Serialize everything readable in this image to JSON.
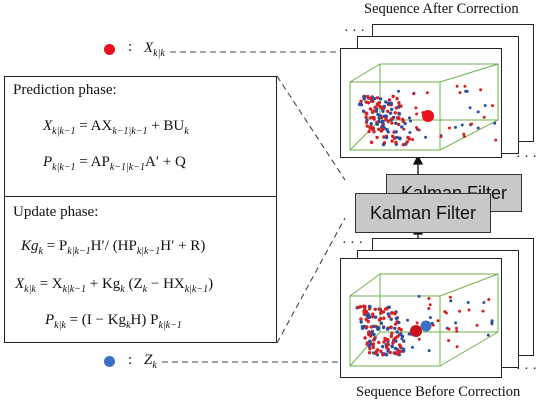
{
  "titles": {
    "after": "Sequence After Correction",
    "before": "Sequence Before Correction"
  },
  "legend": {
    "red_marker_label": "X_{k|k}",
    "blue_marker_label": "Z_k",
    "colon": ":",
    "red_color": "#e8101c",
    "blue_color": "#3a6fc4"
  },
  "prediction": {
    "label": "Prediction phase:",
    "eq1_lhs": "X",
    "eq1_lhs_sub": "k|k−1",
    "eq1_rhs": "= AX",
    "eq1_rhs_sub": "k−1|k−1",
    "eq1_rhs2": " + BU",
    "eq1_rhs2_sub": "k",
    "eq2_lhs": "P",
    "eq2_lhs_sub": "k|k−1",
    "eq2_rhs": "= AP",
    "eq2_rhs_sub": "k−1|k−1",
    "eq2_rhs2": "A′ + Q"
  },
  "update": {
    "label": "Update phase:",
    "eq3_a": "Kg",
    "eq3_a_sub": "k",
    "eq3_b": " = P",
    "eq3_b_sub": "k|k−1",
    "eq3_c": "H′/ (HP",
    "eq3_c_sub": "k|k−1",
    "eq3_d": "H′ + R)",
    "eq4_a": "X",
    "eq4_a_sub": "k|k",
    "eq4_b": " = X",
    "eq4_b_sub": "k|k−1",
    "eq4_c": " + Kg",
    "eq4_c_sub": "k",
    "eq4_d": " (Z",
    "eq4_d_sub": "k",
    "eq4_e": " − HX",
    "eq4_e_sub": "k|k−1",
    "eq4_f": ")",
    "eq5_a": "P",
    "eq5_a_sub": "k|k",
    "eq5_b": " = (I − Kg",
    "eq5_b_sub": "k",
    "eq5_c": "H) P",
    "eq5_c_sub": "k|k−1"
  },
  "kalman": {
    "front_label": "Kalman Filter",
    "back_label": "Kalman Filter"
  },
  "ellipsis": "· · ·",
  "colors": {
    "box_fill": "#c8c8c8",
    "wireframe": "#6fb04a",
    "point_red": "#d42020",
    "point_blue": "#2b4fa0"
  }
}
